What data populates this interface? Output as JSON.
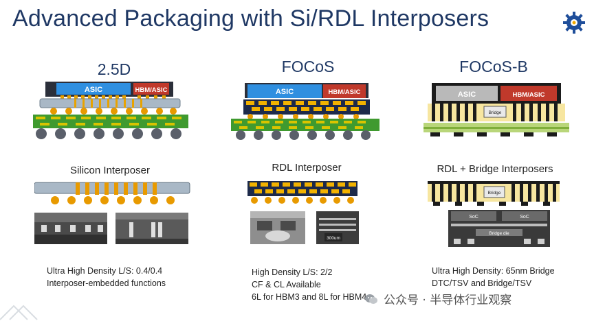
{
  "title": "Advanced Packaging with Si/RDL Interposers",
  "logo_icon": "gear-logo-icon",
  "columns": [
    {
      "name": "2.5D",
      "chip_left": "ASIC",
      "chip_right": "HBM/ASIC",
      "interposer_title": "Silicon Interposer",
      "lines": [
        "Ultra High Density L/S: 0.4/0.4",
        "Interposer-embedded functions"
      ]
    },
    {
      "name": "FOCoS",
      "chip_left": "ASIC",
      "chip_right": "HBM/ASIC",
      "interposer_title": "RDL Interposer",
      "scale_label": "300um",
      "lines": [
        "High Density L/S: 2/2",
        "CF & CL Available",
        "6L for HBM3 and 8L for HBM4"
      ]
    },
    {
      "name": "FOCoS-B",
      "chip_left": "ASIC",
      "chip_right": "HBM/ASIC",
      "bridge_label": "Bridge",
      "interposer_title": "RDL + Bridge Interposers",
      "soc_left": "SoC",
      "soc_right": "SoC",
      "bridge_die_label": "Bridge die",
      "lines": [
        "Ultra High Density: 65nm Bridge",
        "DTC/TSV and  Bridge/TSV"
      ]
    }
  ],
  "watermark": "公众号 · 半导体行业观察",
  "colors": {
    "title": "#1f3864",
    "asic_blue": "#2f8fe0",
    "hbm_red": "#c0392b",
    "gold": "#f2a900",
    "substrate_green": "#3f9a2f",
    "interposer_grey": "#a9b8c6"
  }
}
